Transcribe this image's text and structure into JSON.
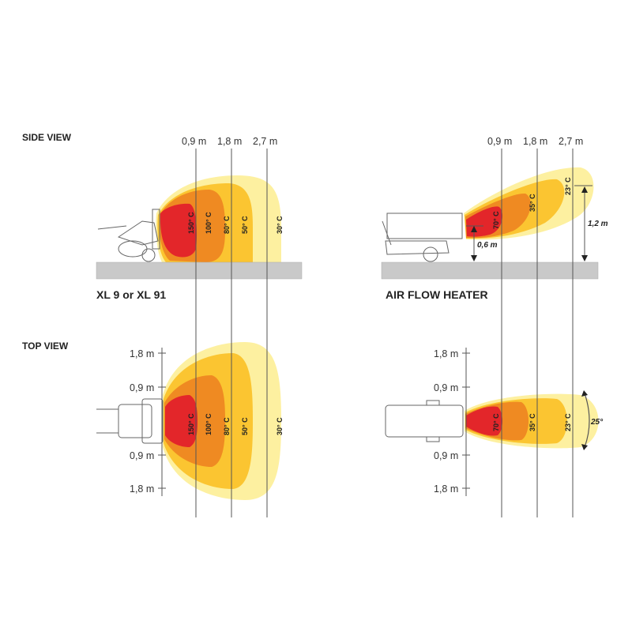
{
  "labels": {
    "side_view": "SIDE VIEW",
    "top_view": "TOP VIEW",
    "model_left": "XL 9 or XL 91",
    "model_right": "AIR FLOW HEATER"
  },
  "distances": [
    "0,9 m",
    "1,8 m",
    "2,7 m"
  ],
  "lateral": [
    "1,8 m",
    "0,9 m",
    "0,9 m",
    "1,8 m"
  ],
  "temps_left": [
    "150° C",
    "100° C",
    "80° C",
    "50° C",
    "30° C"
  ],
  "temps_right": [
    "70° C",
    "35° C",
    "23° C"
  ],
  "heights": {
    "outlet": "0,6 m",
    "top": "1,2 m"
  },
  "angle": "25°",
  "colors": {
    "red": "#e3262a",
    "orange": "#ef8a22",
    "yellow": "#fbc531",
    "light": "#fdf0a0"
  }
}
